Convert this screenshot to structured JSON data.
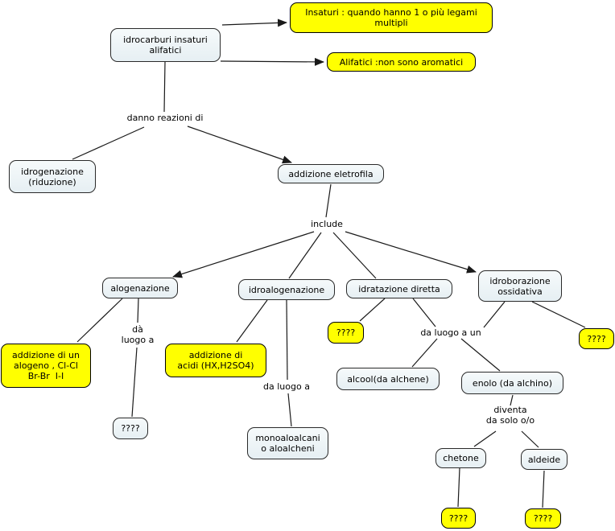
{
  "colors": {
    "background": "#ffffff",
    "node-fill": "#e6eff3",
    "node-fill-top": "#f6fafb",
    "highlight-fill": "#ffff00",
    "border": "#2a2a2a",
    "line": "#1a1a1a",
    "text": "#000000"
  },
  "concepts": {
    "root": {
      "label": "idrocarburi insaturi\nalifatici"
    },
    "insaturi": {
      "label": "Insaturi : quando hanno 1 o più legami\nmultipli"
    },
    "alifatici": {
      "label": "Alifatici :non sono aromatici"
    },
    "idrogenazione": {
      "label": "idrogenazione\n(riduzione)"
    },
    "elettrofila": {
      "label": "addizione eletrofila"
    },
    "alogenazione": {
      "label": "alogenazione"
    },
    "idroalogenazione": {
      "label": "idroalogenazione"
    },
    "idratazione": {
      "label": "idratazione diretta"
    },
    "idroborazione": {
      "label": "idroborazione\nossidativa"
    },
    "alogeno": {
      "label": "addizione di un\nalogeno , Cl-Cl\nBr-Br  I-I"
    },
    "acidi": {
      "label": "addizione di\nacidi (HX,H2SO4)"
    },
    "unknown1": {
      "label": "????"
    },
    "monoaloalcani": {
      "label": "monoaloalcani\no aloalcheni"
    },
    "unknown2": {
      "label": "????"
    },
    "unknown3": {
      "label": "????"
    },
    "alcool": {
      "label": "alcool(da alchene)"
    },
    "enolo": {
      "label": "enolo (da alchino)"
    },
    "chetone": {
      "label": "chetone"
    },
    "aldeide": {
      "label": "aldeide"
    },
    "unknown4": {
      "label": "????"
    },
    "unknown5": {
      "label": "????"
    }
  },
  "linking_phrases": {
    "danno_reazioni": "danno reazioni di",
    "include": "include",
    "da_luogo_a_1": "dà\nluogo a",
    "da_luogo_a_2": "da luogo a",
    "da_luogo_a_un": "da luogo a un",
    "diventa": "diventa\nda solo o/o"
  }
}
